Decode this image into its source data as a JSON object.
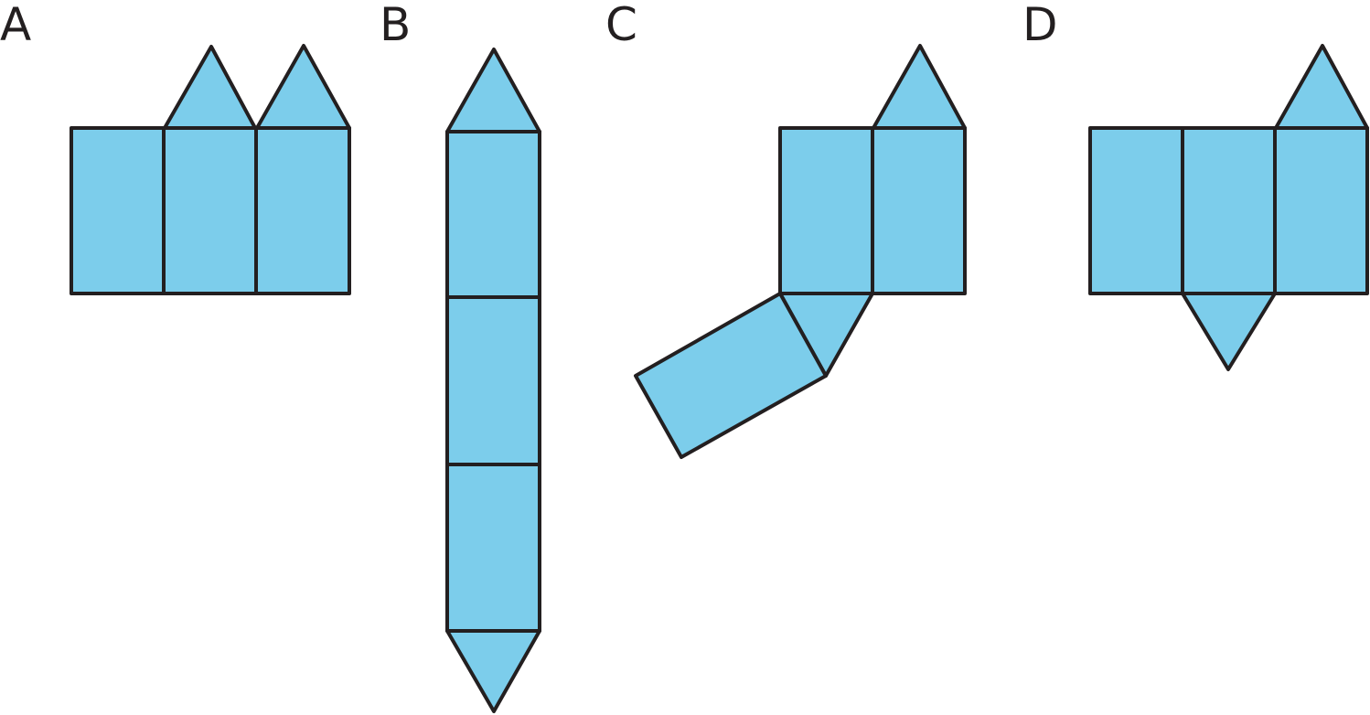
{
  "colors": {
    "face_fill": "#7ccdeb",
    "edge_stroke": "#231f20",
    "background": "#ffffff"
  },
  "figures": [
    {
      "label": "A",
      "description": "Three rectangles in a row with two triangles on top of the middle and right rectangles",
      "rectangles": 3,
      "triangles": 2
    },
    {
      "label": "B",
      "description": "Three rectangles stacked vertically with a triangle on top and a triangle on bottom",
      "rectangles": 3,
      "triangles": 2
    },
    {
      "label": "C",
      "description": "Two rectangles side by side with a triangle on top-right, a triangle below the left rectangle, and a tilted rectangle attached to that triangle",
      "rectangles": 3,
      "triangles": 2
    },
    {
      "label": "D",
      "description": "Three rectangles in a row with a triangle on top of the right rectangle and a triangle below the middle rectangle",
      "rectangles": 3,
      "triangles": 2
    }
  ]
}
